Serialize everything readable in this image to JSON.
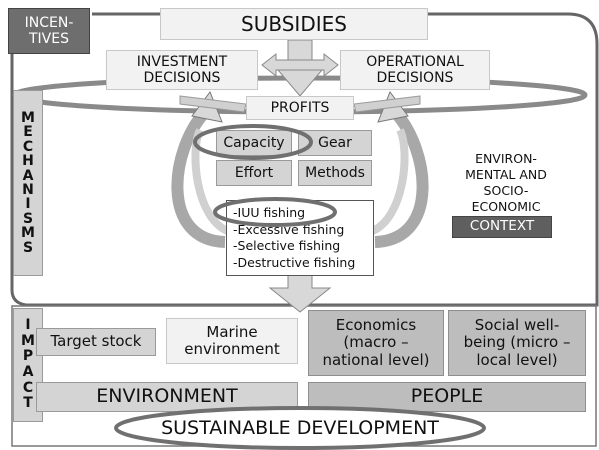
{
  "incentives": {
    "label": "INCEN-\nTIVES"
  },
  "subsidies": {
    "label": "SUBSIDIES"
  },
  "decisions": {
    "investment": "INVESTMENT\nDECISIONS",
    "operational": "OPERATIONAL\nDECISIONS"
  },
  "mechanisms": {
    "letters": [
      "M",
      "E",
      "C",
      "H",
      "A",
      "N",
      "I",
      "S",
      "M",
      "S"
    ]
  },
  "profits": {
    "label": "PROFITS"
  },
  "factors": {
    "capacity": "Capacity",
    "gear": "Gear",
    "effort": "Effort",
    "methods": "Methods"
  },
  "fishing_list": {
    "items": "-IUU fishing\n-Excessive fishing\n-Selective fishing\n-Destructive fishing"
  },
  "context": {
    "text": "ENVIRON-\nMENTAL AND\nSOCIO-\nECONOMIC",
    "label": "CONTEXT"
  },
  "impact": {
    "letters": [
      "I",
      "M",
      "P",
      "A",
      "C",
      "T"
    ],
    "target_stock": "Target stock",
    "marine_environment": "Marine\nenvironment",
    "economics": "Economics\n(macro –\nnational level)",
    "social": "Social well-\nbeing (micro –\nlocal level)"
  },
  "bottom": {
    "environment": "ENVIRONMENT",
    "people": "PEOPLE",
    "sustainable": "SUSTAINABLE DEVELOPMENT"
  },
  "colors": {
    "dark_box": "#6e6e6e",
    "mid_box": "#d4d4d4",
    "light_box": "#f2f2f2",
    "frame": "#666666",
    "arrow_fill": "#d8d8d8"
  }
}
